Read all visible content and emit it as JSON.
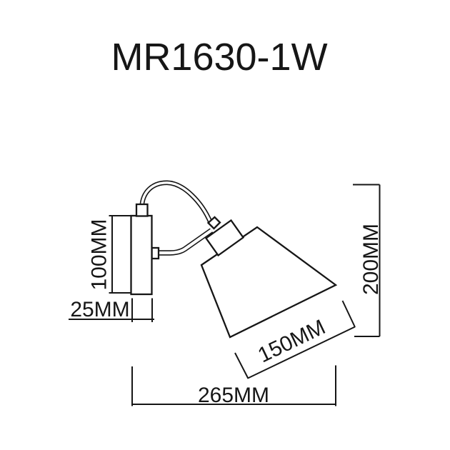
{
  "title": "MR1630-1W",
  "diagram": {
    "labels": {
      "back_plate_height": "100MM",
      "back_plate_width": "25MM",
      "shade_width": "150MM",
      "overall_height": "200MM",
      "overall_width": "265MM"
    }
  },
  "colors": {
    "line": "#161616",
    "background": "#ffffff"
  }
}
